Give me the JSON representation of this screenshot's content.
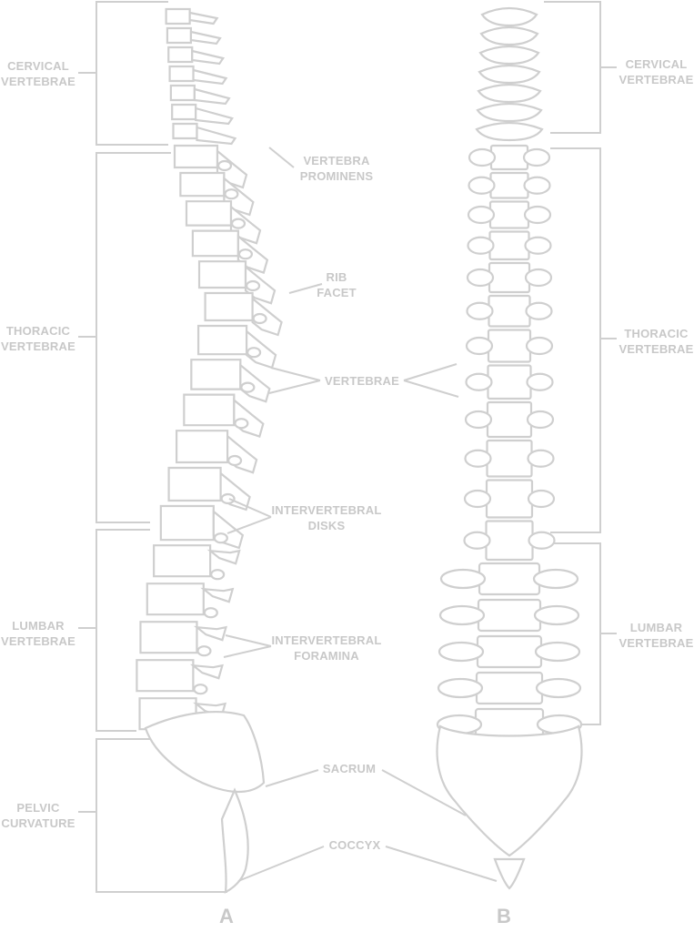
{
  "labels": {
    "cervical_left": [
      "CERVICAL",
      "VERTEBRAE"
    ],
    "thoracic_left": [
      "THORACIC",
      "VERTEBRAE"
    ],
    "lumbar_left": [
      "LUMBAR",
      "VERTEBRAE"
    ],
    "pelvic_left": [
      "PELVIC",
      "CURVATURE"
    ],
    "vertebra_prominens": [
      "VERTEBRA",
      "PROMINENS"
    ],
    "rib_facet": [
      "RIB",
      "FACET"
    ],
    "vertebrae": "VERTEBRAE",
    "intervertebral_disks": [
      "INTERVERTEBRAL",
      "DISKS"
    ],
    "intervertebral_foramina": [
      "INTERVERTEBRAL",
      "FORAMINA"
    ],
    "sacrum": "SACRUM",
    "coccyx": "COCCYX",
    "cervical_right": [
      "CERVICAL",
      "VERTEBRAE"
    ],
    "thoracic_right": [
      "THORACIC",
      "VERTEBRAE"
    ],
    "lumbar_right": [
      "LUMBAR",
      "VERTEBRAE"
    ],
    "view_a": "A",
    "view_b": "B"
  },
  "colors": {
    "line": "#cfcfcf",
    "text": "#c8c8c8",
    "bone_fill": "#ffffff"
  }
}
